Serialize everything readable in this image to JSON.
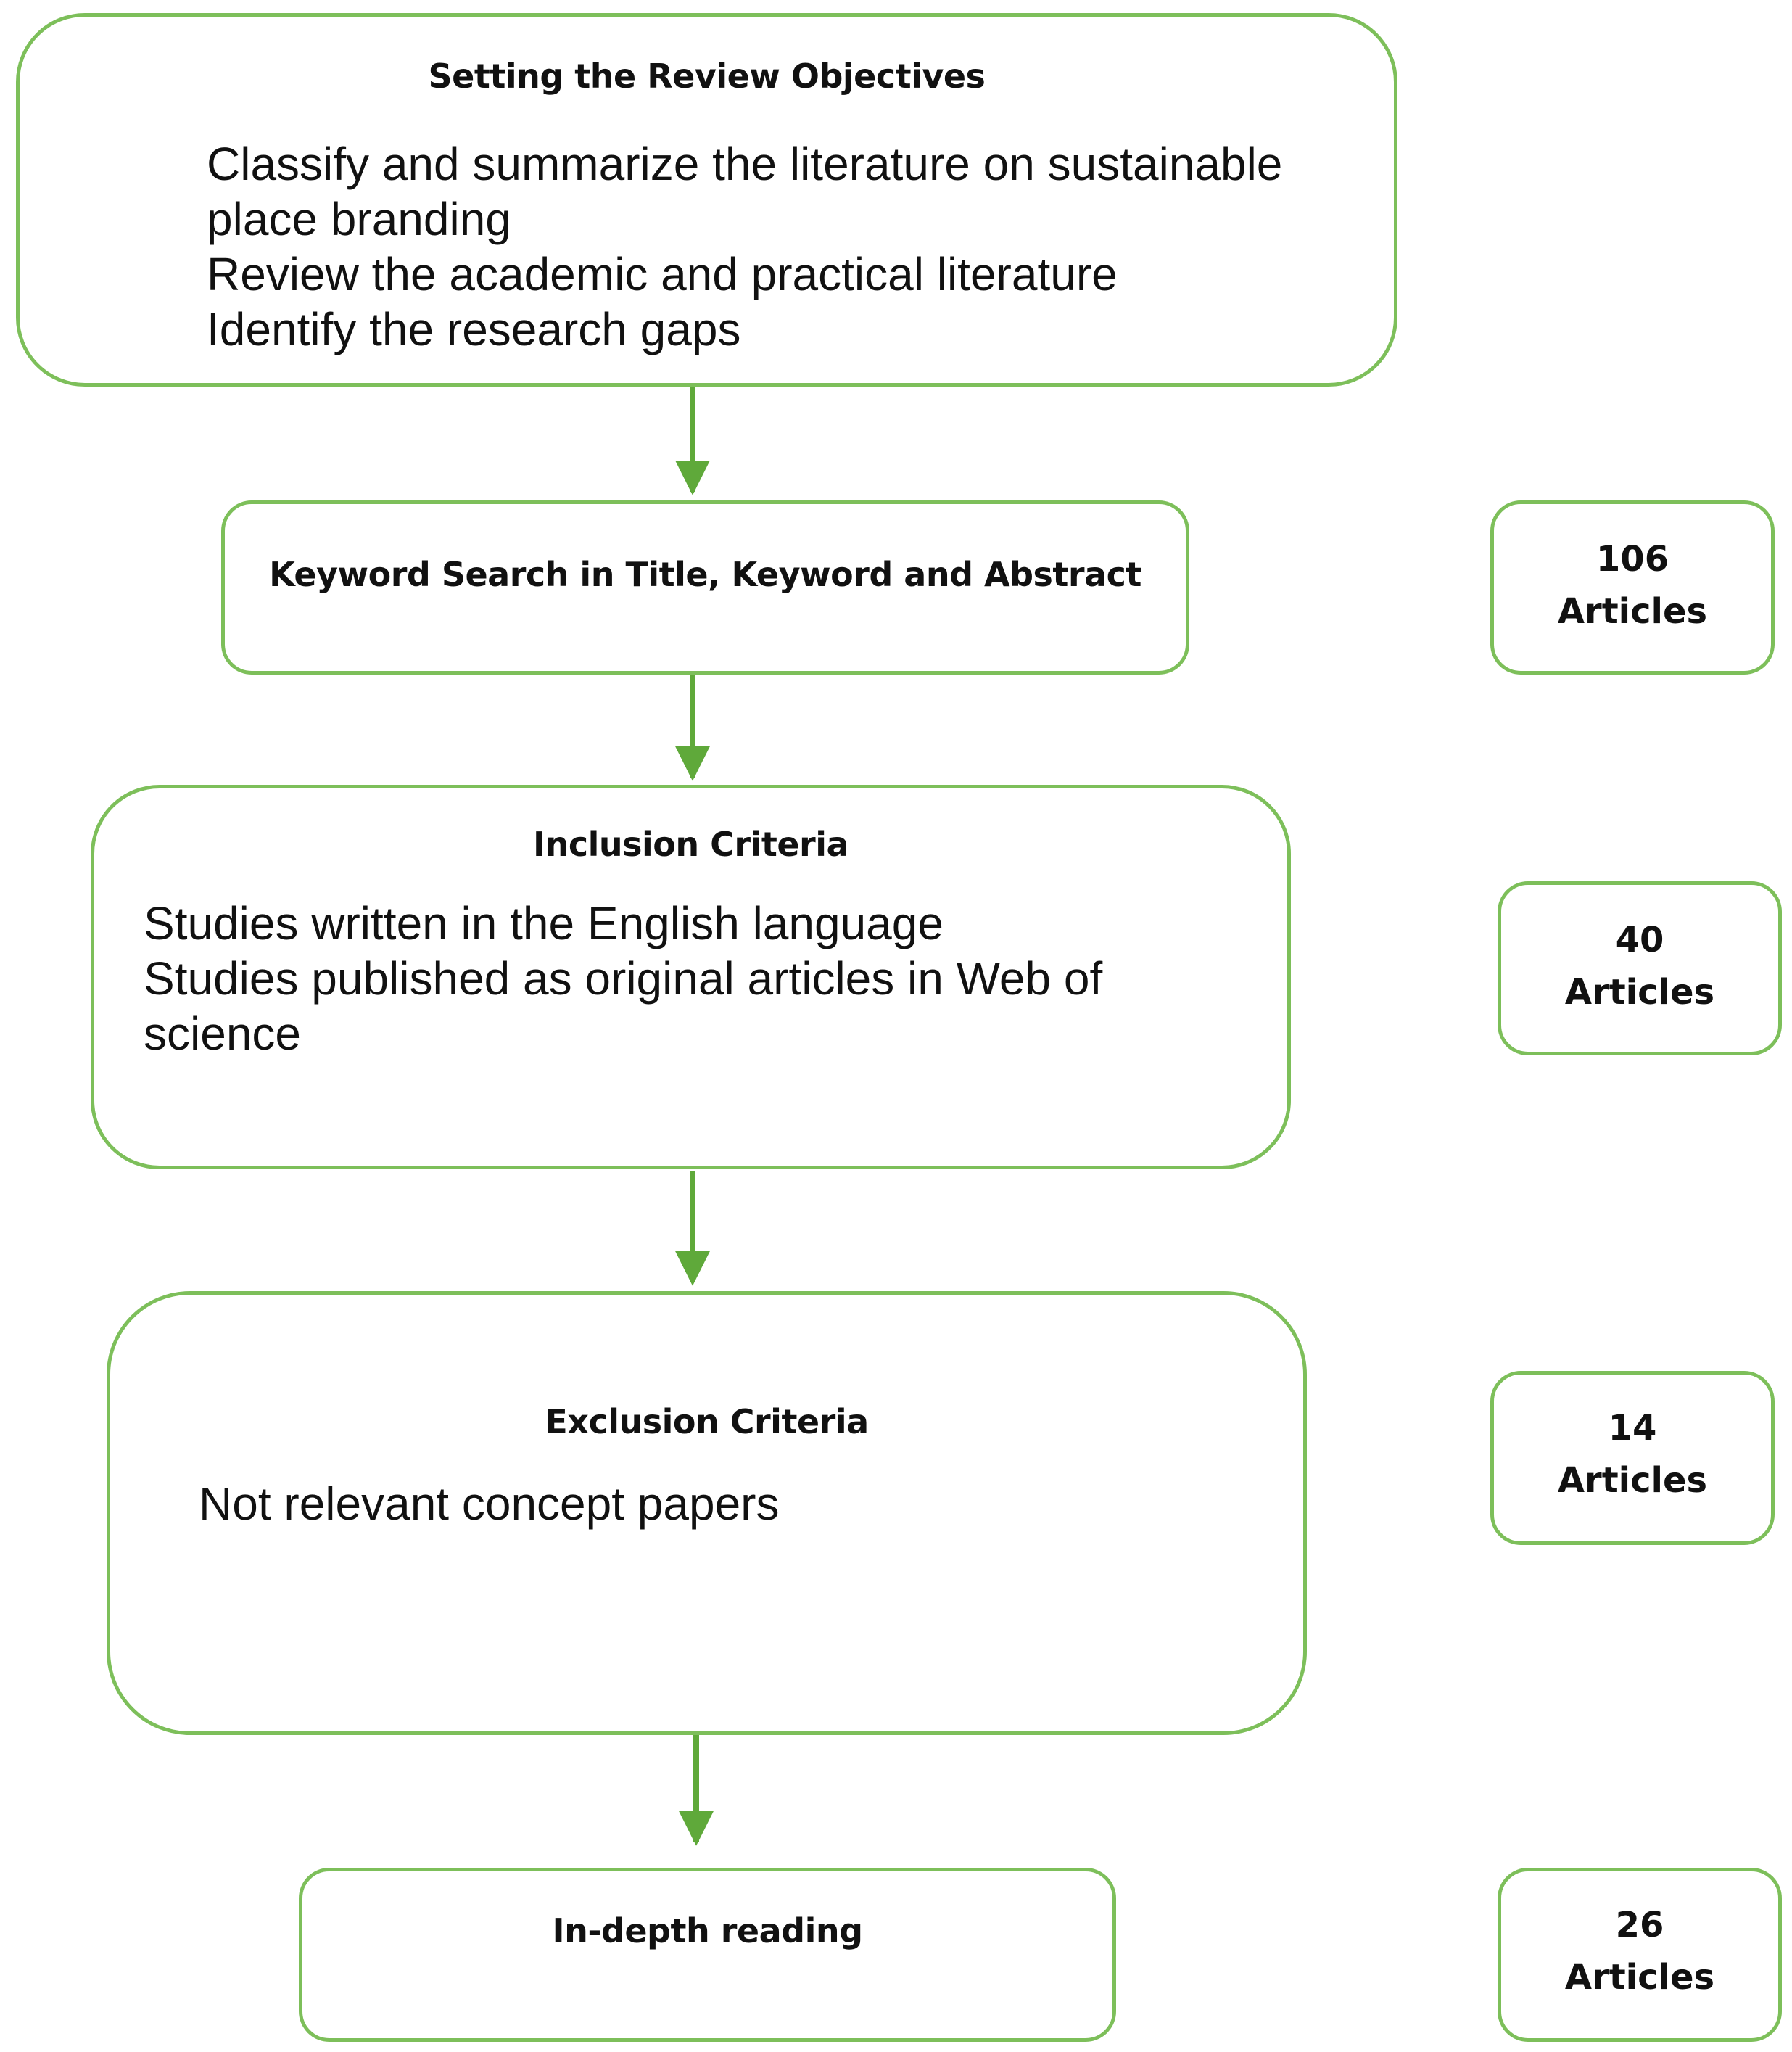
{
  "stages": {
    "objectives": {
      "title": "Setting the Review Objectives",
      "lines": [
        "Classify and summarize the literature on sustainable",
        "place branding",
        "Review the academic and practical literature",
        "Identify the research gaps"
      ]
    },
    "keyword_search": {
      "title": "Keyword Search in Title, Keyword and Abstract"
    },
    "inclusion": {
      "title": "Inclusion Criteria",
      "lines": [
        "Studies written in the English language",
        "Studies published as original articles in Web of",
        "science"
      ]
    },
    "exclusion": {
      "title": "Exclusion Criteria",
      "lines": [
        "Not relevant concept papers"
      ]
    },
    "reading": {
      "title": "In-depth reading"
    }
  },
  "counts": [
    {
      "number": "106",
      "unit": "Articles"
    },
    {
      "number": "40",
      "unit": "Articles"
    },
    {
      "number": "14",
      "unit": "Articles"
    },
    {
      "number": "26",
      "unit": "Articles"
    }
  ],
  "colors": {
    "border": "#7dbf5a",
    "arrow": "#5fa93a"
  }
}
